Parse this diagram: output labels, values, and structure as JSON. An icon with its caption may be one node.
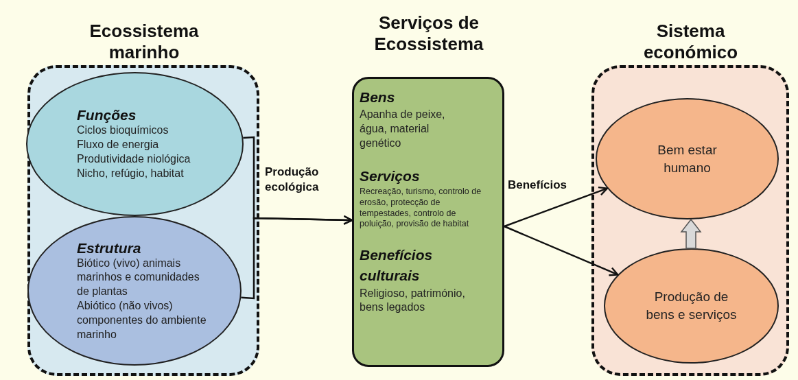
{
  "diagram": {
    "nodes": [
      {
        "text": [
          "Ecossistema marinho"
        ]
      },
      {
        "text": [
          "Funções",
          "Ciclos bioquímicos",
          "Fluxo de energia",
          "Produtividade niológica",
          "Nicho, refúgio, habitat"
        ],
        "in": 0
      },
      {
        "text": [
          "Estrutura",
          "Biótico (vivo) animais marinhos e comunidades de plantas",
          "Abiótico (não vivos) componentes do ambiente marinho"
        ],
        "in": 0
      },
      {
        "text": [
          "Serviços de Ecossistema",
          "Bens",
          "Apanha de peixe, água, material genético",
          "Serviços",
          "Recreação, turismo, controlo de erosão, protecção de tempestades, controlo de poluição, provisão de habitat",
          "Benefícios culturais",
          "Religioso, património, bens legados"
        ]
      },
      {
        "text": [
          "Sistema económico"
        ]
      },
      {
        "text": [
          "Bem estar humano"
        ],
        "in": 4
      },
      {
        "text": [
          "Produção de bens e serviços"
        ],
        "in": 4
      }
    ],
    "edges": [
      {
        "from": 1,
        "to": 3,
        "arrow": "to",
        "label": "Produção ecológica"
      },
      {
        "from": 2,
        "to": 3,
        "arrow": "to"
      },
      {
        "from": 3,
        "to": 5,
        "arrow": "to",
        "label": "Benefícios"
      },
      {
        "from": 3,
        "to": 6,
        "arrow": "to"
      },
      {
        "from": 6,
        "to": 5,
        "arrow": "to",
        "style": "thick",
        "color": "#d9d9d9"
      }
    ]
  }
}
